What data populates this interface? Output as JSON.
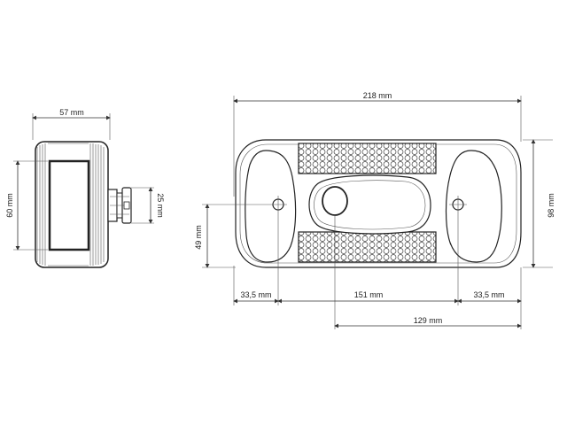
{
  "dimensions": {
    "side_width": "57 mm",
    "side_height": "60 mm",
    "connector_diameter": "25 mm",
    "total_width": "218 mm",
    "total_height": "98 mm",
    "hole_height": "49 mm",
    "left_offset": "33,5 mm",
    "hole_spacing": "151 mm",
    "right_offset": "33,5 mm",
    "lens_to_edge": "129 mm"
  }
}
